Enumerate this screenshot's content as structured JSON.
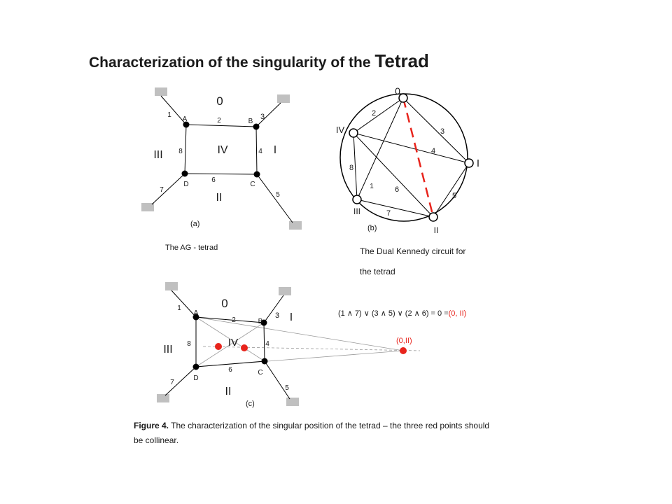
{
  "title": {
    "main": "Characterization of the singularity of the",
    "emph": "Tetrad"
  },
  "panel_a": {
    "face_outer": "0",
    "face_center": "IV",
    "face_right": "I",
    "face_left": "III",
    "face_bottom": "II",
    "vertex_a": "A",
    "vertex_b": "B",
    "vertex_c": "C",
    "vertex_d": "D",
    "edge_1": "1",
    "edge_2": "2",
    "edge_3": "3",
    "edge_4": "4",
    "edge_5": "5",
    "edge_6": "6",
    "edge_7": "7",
    "edge_8": "8",
    "label": "(a)",
    "description": "The AG - tetrad"
  },
  "panel_b": {
    "node_0": "0",
    "node_iv": "IV",
    "node_i": "I",
    "node_iii": "III",
    "node_ii": "II",
    "edge_1": "1",
    "edge_2": "2",
    "edge_3": "3",
    "edge_4": "4",
    "edge_5": "5",
    "edge_6": "6",
    "edge_7": "7",
    "edge_8": "8",
    "label": "(b)",
    "description_line1": "The Dual Kennedy circuit for",
    "description_line2": "the tetrad"
  },
  "panel_c": {
    "face_outer": "0",
    "face_center": "IV",
    "face_right": "I",
    "face_left": "III",
    "face_bottom": "II",
    "vertex_a": "A",
    "vertex_b": "B",
    "vertex_c": "C",
    "vertex_d": "D",
    "edge_1": "1",
    "edge_2": "2",
    "edge_3": "3",
    "edge_4": "4",
    "edge_5": "5",
    "edge_6": "6",
    "edge_7": "7",
    "edge_8": "8",
    "label": "(c)",
    "formula_black": "(1 ∧ 7) ∨ (3 ∧ 5) ∨  (2 ∧ 6) = 0 =",
    "formula_red": "(0, II)",
    "point_label": "(0,II)"
  },
  "caption": {
    "bold": "Figure 4.",
    "text": "The characterization of the singular position of the tetrad – the three red points should be collinear."
  },
  "colors": {
    "red": "#e8241c",
    "ground": "#c0c0c0",
    "line": "#000000",
    "text": "#1a1a1a"
  }
}
